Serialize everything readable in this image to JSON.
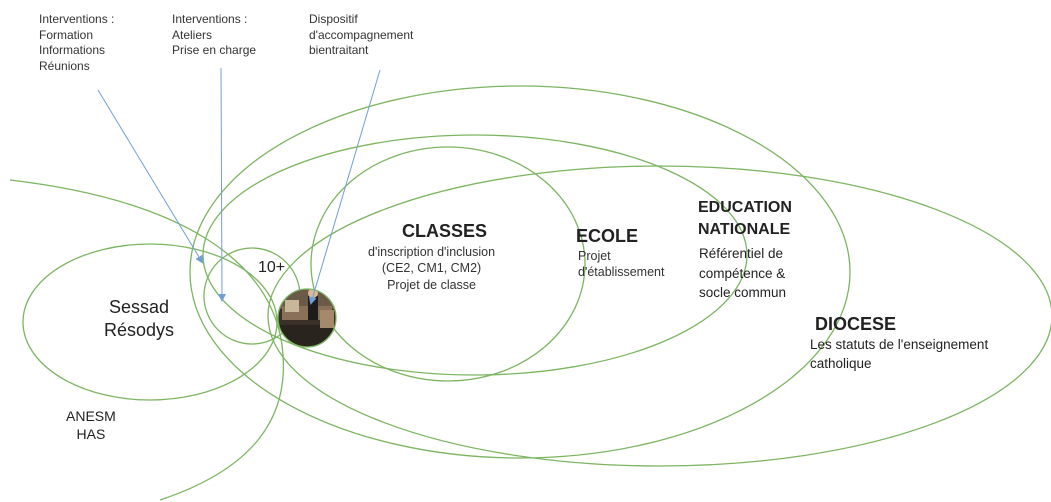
{
  "colors": {
    "ellipse_stroke": "#7cb561",
    "arrow": "#6f9fd8",
    "photo_dark": "#3a3028"
  },
  "annotations": [
    {
      "id": "interventions-formation",
      "lines": [
        "Interventions :",
        "Formation",
        "Informations",
        "Réunions"
      ]
    },
    {
      "id": "interventions-ateliers",
      "lines": [
        "Interventions :",
        "Ateliers",
        "Prise en charge"
      ]
    },
    {
      "id": "dispositif",
      "lines": [
        "Dispositif",
        "d'accompagnement",
        "bientraitant"
      ]
    }
  ],
  "labels": {
    "sessad": [
      "Sessad",
      "Résodys"
    ],
    "anesm": [
      "ANESM",
      "HAS"
    ],
    "ten_plus": "10+",
    "classes_title": "CLASSES",
    "classes_lines": [
      "d'inscription d'inclusion",
      "(CE2, CM1, CM2)",
      "Projet de classe"
    ],
    "ecole_title": "ECOLE",
    "ecole_lines": [
      "Projet",
      "d'établissement"
    ],
    "education_title": [
      "EDUCATION",
      "NATIONALE"
    ],
    "education_lines": [
      "Référentiel de",
      "compétence &",
      "socle commun"
    ],
    "diocese_title": "DIOCESE",
    "diocese_lines": [
      "Les statuts de l'enseignement",
      "catholique"
    ]
  },
  "photo": {
    "icon": "classroom-photo-icon"
  }
}
